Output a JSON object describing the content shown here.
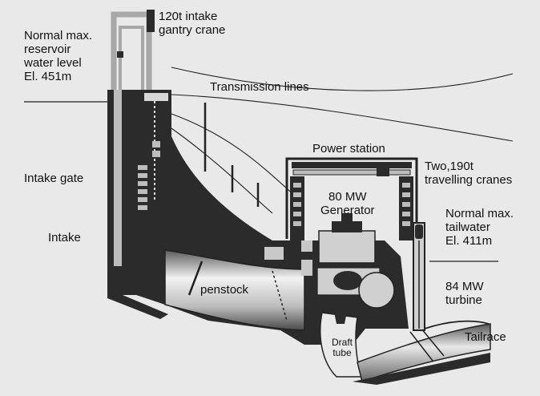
{
  "labels": {
    "gantry_crane": [
      "120t intake",
      "gantry crane"
    ],
    "reservoir": [
      "Normal max.",
      "reservoir",
      "water level",
      "El. 451m"
    ],
    "transmission": "Transmission lines",
    "power_station": "Power station",
    "cranes": [
      "Two,190t",
      "travelling cranes"
    ],
    "intake_gate": "Intake gate",
    "generator": [
      "80 MW",
      "Generator"
    ],
    "tailwater": [
      "Normal max.",
      "tailwater",
      "El. 411m"
    ],
    "intake": "Intake",
    "penstock": "penstock",
    "turbine": [
      "84 MW",
      "turbine"
    ],
    "draft_tube": [
      "Draft",
      "tube"
    ],
    "tailrace": "Tailrace"
  },
  "colors": {
    "background": "#e9e9e9",
    "structure": "#2b2b2b",
    "gantry": "#a8a8a8",
    "line": "#222222"
  }
}
